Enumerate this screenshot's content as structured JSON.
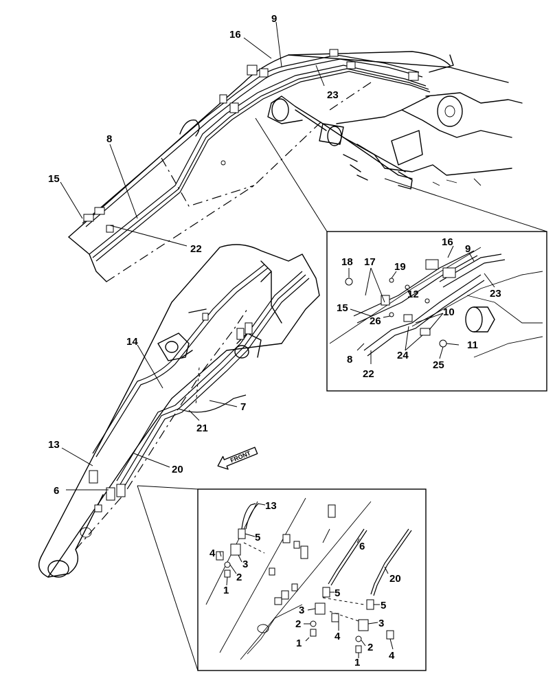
{
  "callouts": {
    "c16": "16",
    "c9": "9",
    "c23": "23",
    "c8": "8",
    "c15": "15",
    "c22": "22",
    "c14": "14",
    "c7": "7",
    "c21": "21",
    "c20": "20",
    "c13": "13",
    "c6": "6"
  },
  "detail_top": {
    "c16": "16",
    "c9": "9",
    "c18": "18",
    "c17": "17",
    "c19": "19",
    "c23": "23",
    "c12": "12",
    "c15": "15",
    "c26": "26",
    "c10": "10",
    "c11": "11",
    "c8": "8",
    "c24": "24",
    "c25": "25",
    "c22": "22"
  },
  "detail_bottom": {
    "c13": "13",
    "c5a": "5",
    "c4a": "4",
    "c3a": "3",
    "c2a": "2",
    "c1a": "1",
    "c6": "6",
    "c20": "20",
    "c5b": "5",
    "c3b": "3",
    "c2b": "2",
    "c1b": "1",
    "c4b": "4",
    "c5c": "5",
    "c3c": "3",
    "c2c": "2",
    "c1c": "1",
    "c4c": "4"
  },
  "front_label": "FRONT"
}
